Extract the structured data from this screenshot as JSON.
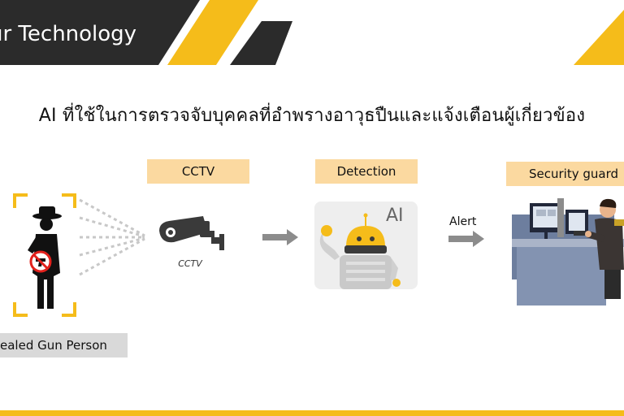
{
  "header": {
    "title": "ur Technology"
  },
  "main": {
    "heading": "AI ที่ใช้ในการตรวจจับบุคคลที่อำพรางอาวุธปืนและแจ้งเตือนผู้เกี่ยวข้อง"
  },
  "steps": {
    "cctv_label": "CCTV",
    "cctv_caption": "CCTV",
    "detection_label": "Detection",
    "ai_text": "AI",
    "alert_label": "Alert",
    "security_label": "Security guard",
    "person_label": "ealed Gun Person"
  },
  "colors": {
    "accent": "#f5bc1a",
    "dark": "#2b2b2b",
    "label_bg": "#fbd9a0"
  }
}
